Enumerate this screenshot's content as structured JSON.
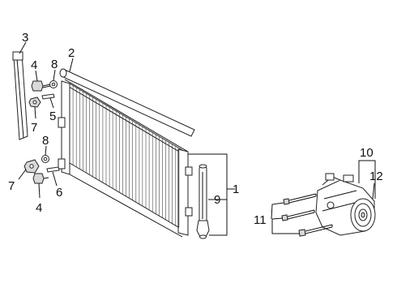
{
  "callouts": {
    "c1": "1",
    "c2": "2",
    "c3": "3",
    "c4a": "4",
    "c4b": "4",
    "c5": "5",
    "c6": "6",
    "c7a": "7",
    "c7b": "7",
    "c8a": "8",
    "c8b": "8",
    "c9": "9",
    "c10": "10",
    "c11": "11",
    "c12": "12"
  }
}
